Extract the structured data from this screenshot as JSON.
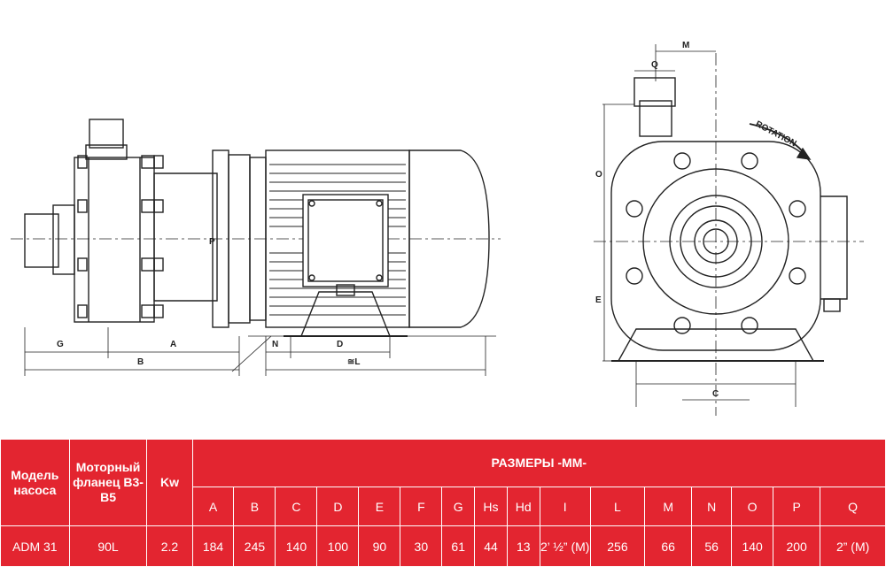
{
  "drawing": {
    "rotation_label": "ROTATION",
    "side_dims": {
      "g": "G",
      "a": "A",
      "b": "B",
      "n": "N",
      "d": "D",
      "l": "≅L",
      "p": "P"
    },
    "front_dims": {
      "m": "M",
      "q": "Q",
      "o": "O",
      "e": "E",
      "c": "C"
    }
  },
  "table": {
    "headers": {
      "model": "Модель насоса",
      "motor_flange": "Моторный фланец B3-B5",
      "kw": "Kw",
      "dimensions": "РАЗМЕРЫ -ММ-"
    },
    "dim_columns": [
      "A",
      "B",
      "C",
      "D",
      "E",
      "F",
      "G",
      "Hs",
      "Hd",
      "I",
      "L",
      "M",
      "N",
      "O",
      "P",
      "Q"
    ],
    "rows": [
      {
        "model": "ADM 31",
        "flange": "90L",
        "kw": "2.2",
        "values": [
          "184",
          "245",
          "140",
          "100",
          "90",
          "30",
          "61",
          "44",
          "13",
          "2’ ½” (M)",
          "256",
          "66",
          "56",
          "140",
          "200",
          "2” (M)"
        ]
      }
    ]
  }
}
